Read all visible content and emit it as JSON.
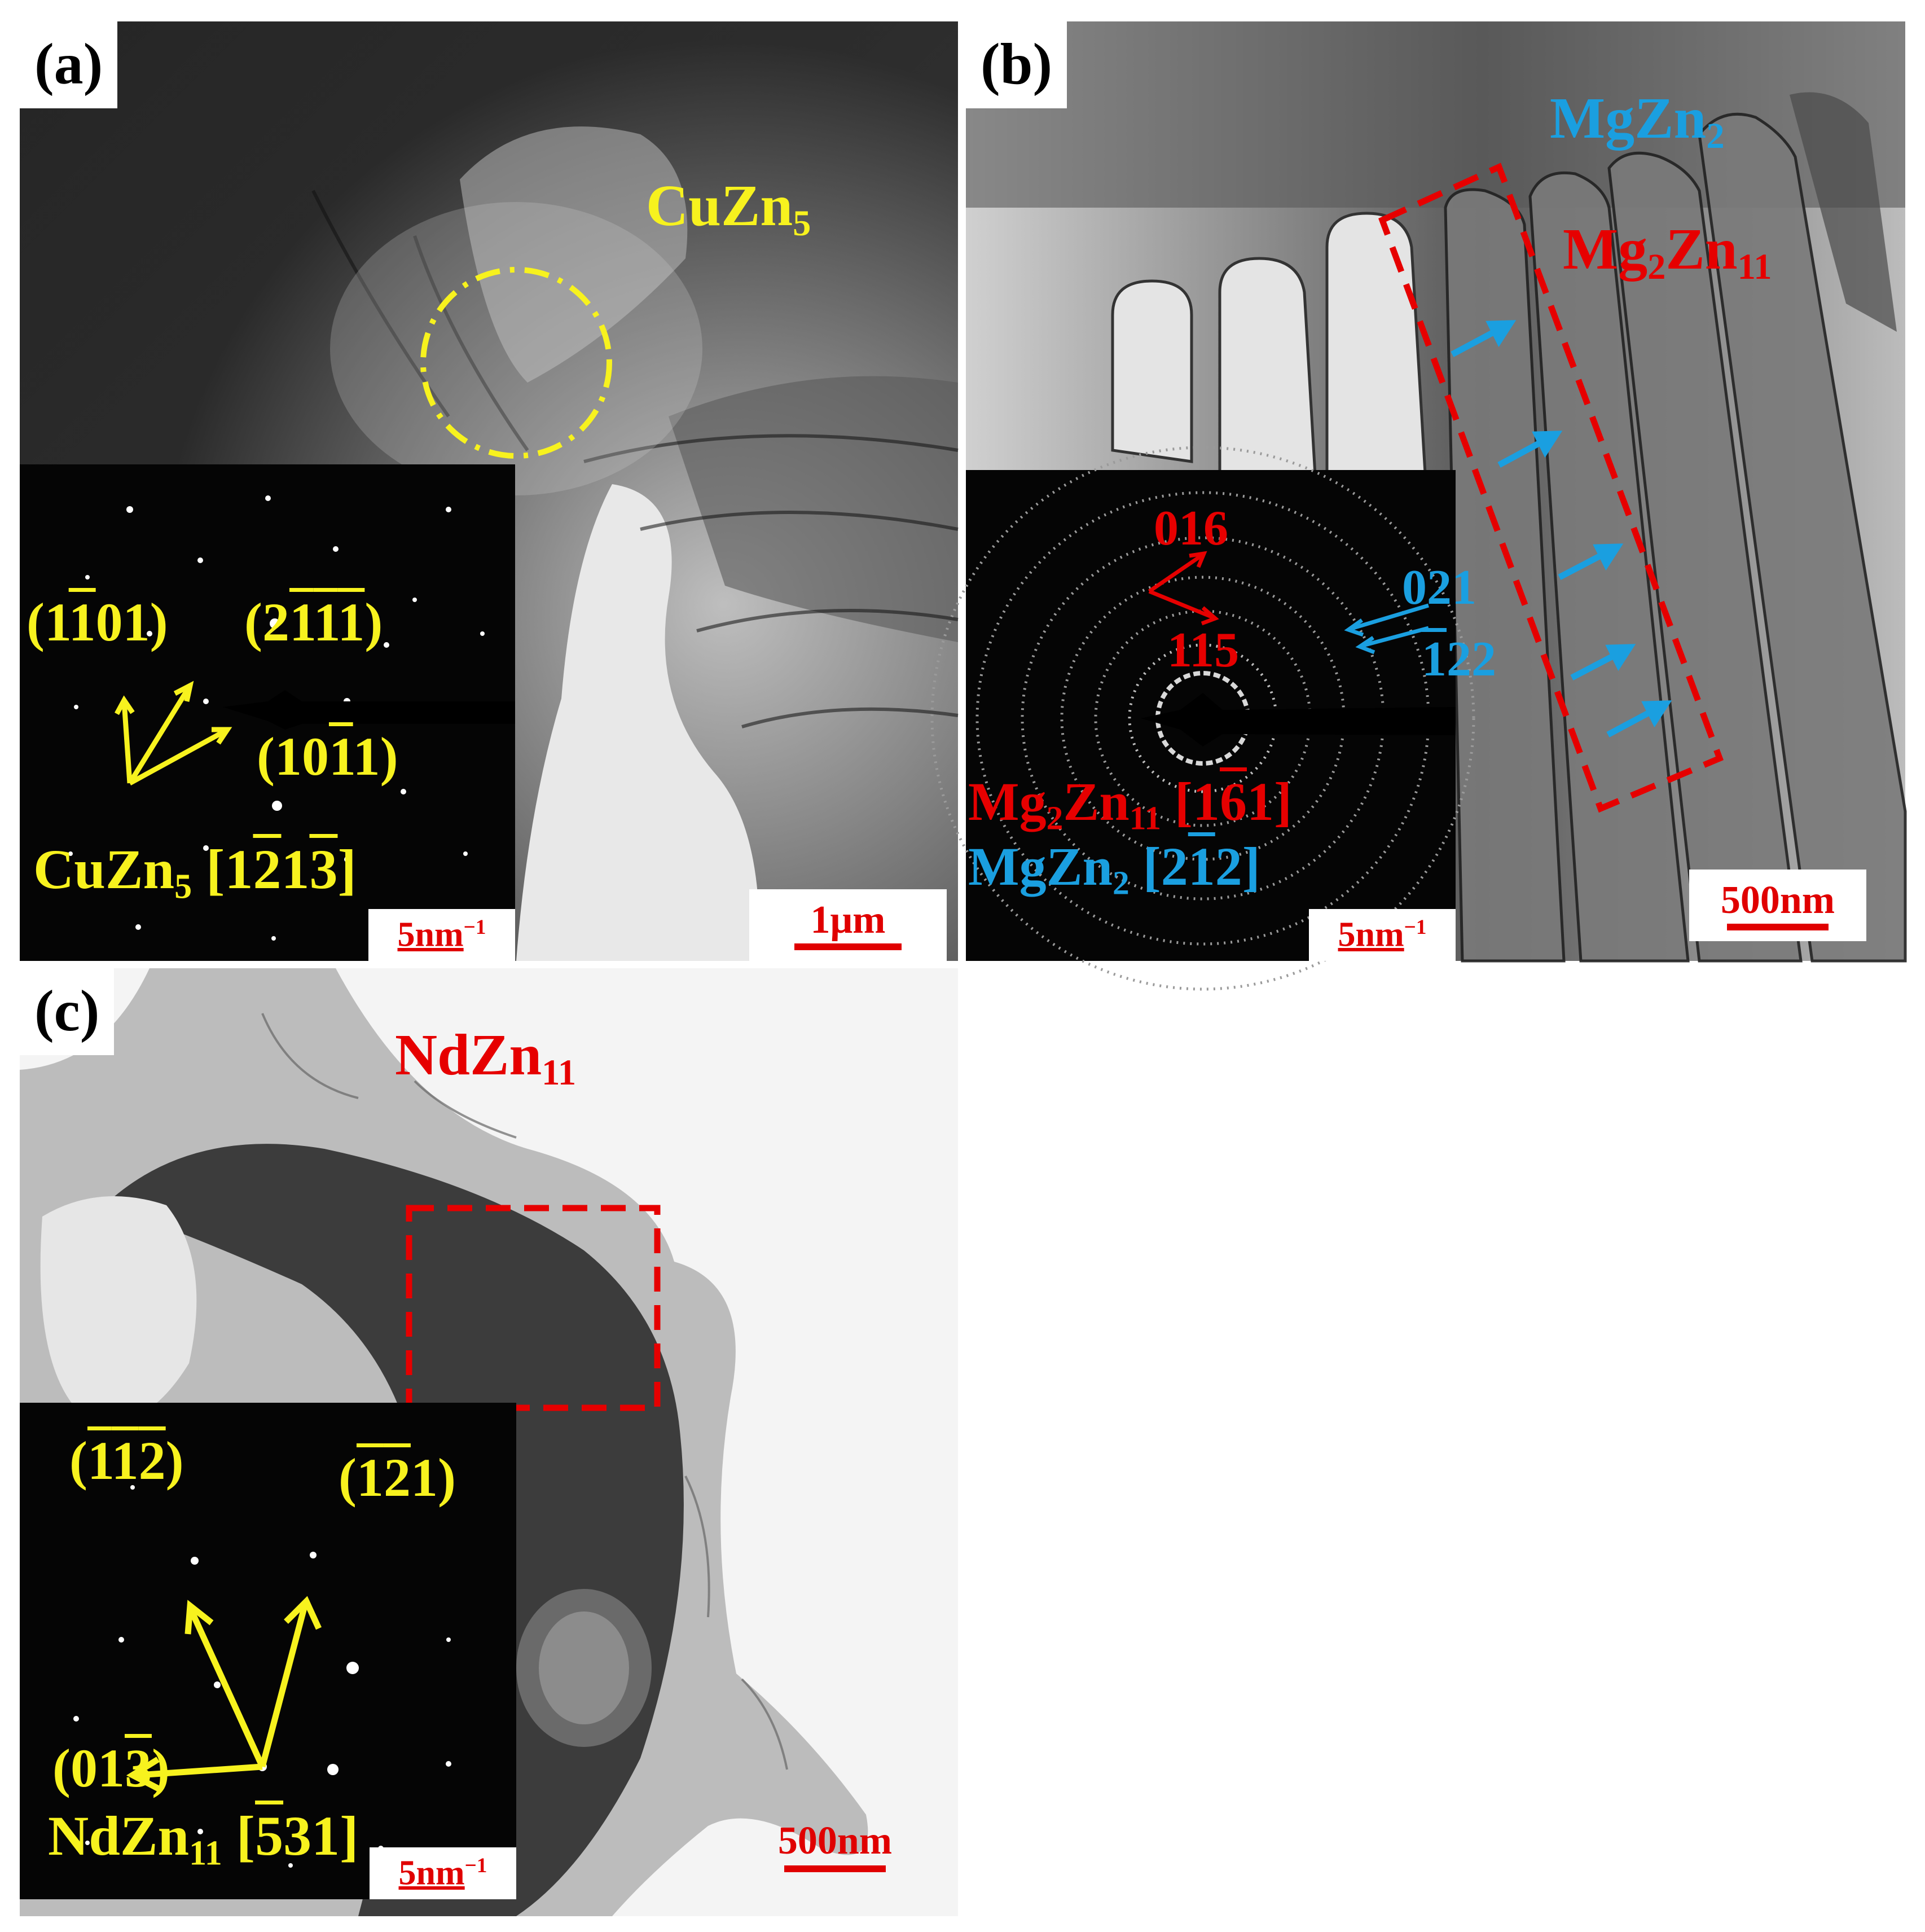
{
  "colors": {
    "yellow": "#f7f21e",
    "red": "#e60000",
    "blue": "#1a9fe0"
  },
  "panel_a": {
    "tag": "(a)",
    "phase": "CuZn",
    "phase_sub": "5",
    "inset": {
      "labels": {
        "l1_pre": "(1",
        "l1_bar": "1",
        "l1_post": "01)",
        "l2_pre": "(2",
        "l2_bar1": "1",
        "l2_bar2": "1",
        "l2_mid": "",
        "l2_bar3": "1",
        "l2_post": ")",
        "l3_pre": "(10",
        "l3_bar": "1",
        "l3_post": "1)"
      },
      "zone_phase": "CuZn",
      "zone_sub": "5",
      "zone_pre": " [1",
      "zone_bar1": "2",
      "zone_mid": "1",
      "zone_bar2": "3",
      "zone_post": "]",
      "scale_num": "5",
      "scale_unit": "nm",
      "scale_exp": "−1"
    },
    "scale": "1μm"
  },
  "panel_b": {
    "tag": "(b)",
    "phase1": "MgZn",
    "phase1_sub": "2",
    "phase2": "Mg",
    "phase2_sub1": "2",
    "phase2_mid": "Zn",
    "phase2_sub2": "11",
    "inset": {
      "r1": "016",
      "r2": "115",
      "b1": "021",
      "b2_bar": "1",
      "b2_post": "22",
      "z1": "Mg",
      "z1_sub1": "2",
      "z1_mid": "Zn",
      "z1_sub2": "11",
      "z1_pre": " [1",
      "z1_bar": "6",
      "z1_post": "1]",
      "z2": "MgZn",
      "z2_sub": "2",
      "z2_pre": " [2",
      "z2_bar": "1",
      "z2_post": "2]",
      "scale_num": "5",
      "scale_unit": "nm",
      "scale_exp": "−1"
    },
    "scale": "500nm"
  },
  "panel_c": {
    "tag": "(c)",
    "phase": "NdZn",
    "phase_sub": "11",
    "inset": {
      "l1_pre": "(",
      "l1_bar1": "1",
      "l1_bar2": "1",
      "l1_bar3": "2",
      "l1_post": ")",
      "l2_pre": "(",
      "l2_bar1": "1",
      "l2_bar2": "2",
      "l2_post": "1)",
      "l3_pre": "(01",
      "l3_bar": "3",
      "l3_post": ")",
      "zone_phase": "NdZn",
      "zone_sub": "11",
      "zone_pre": " [",
      "zone_bar": "5",
      "zone_post": "31]",
      "scale_num": "5",
      "scale_unit": "nm",
      "scale_exp": "−1"
    },
    "scale": "500nm"
  }
}
